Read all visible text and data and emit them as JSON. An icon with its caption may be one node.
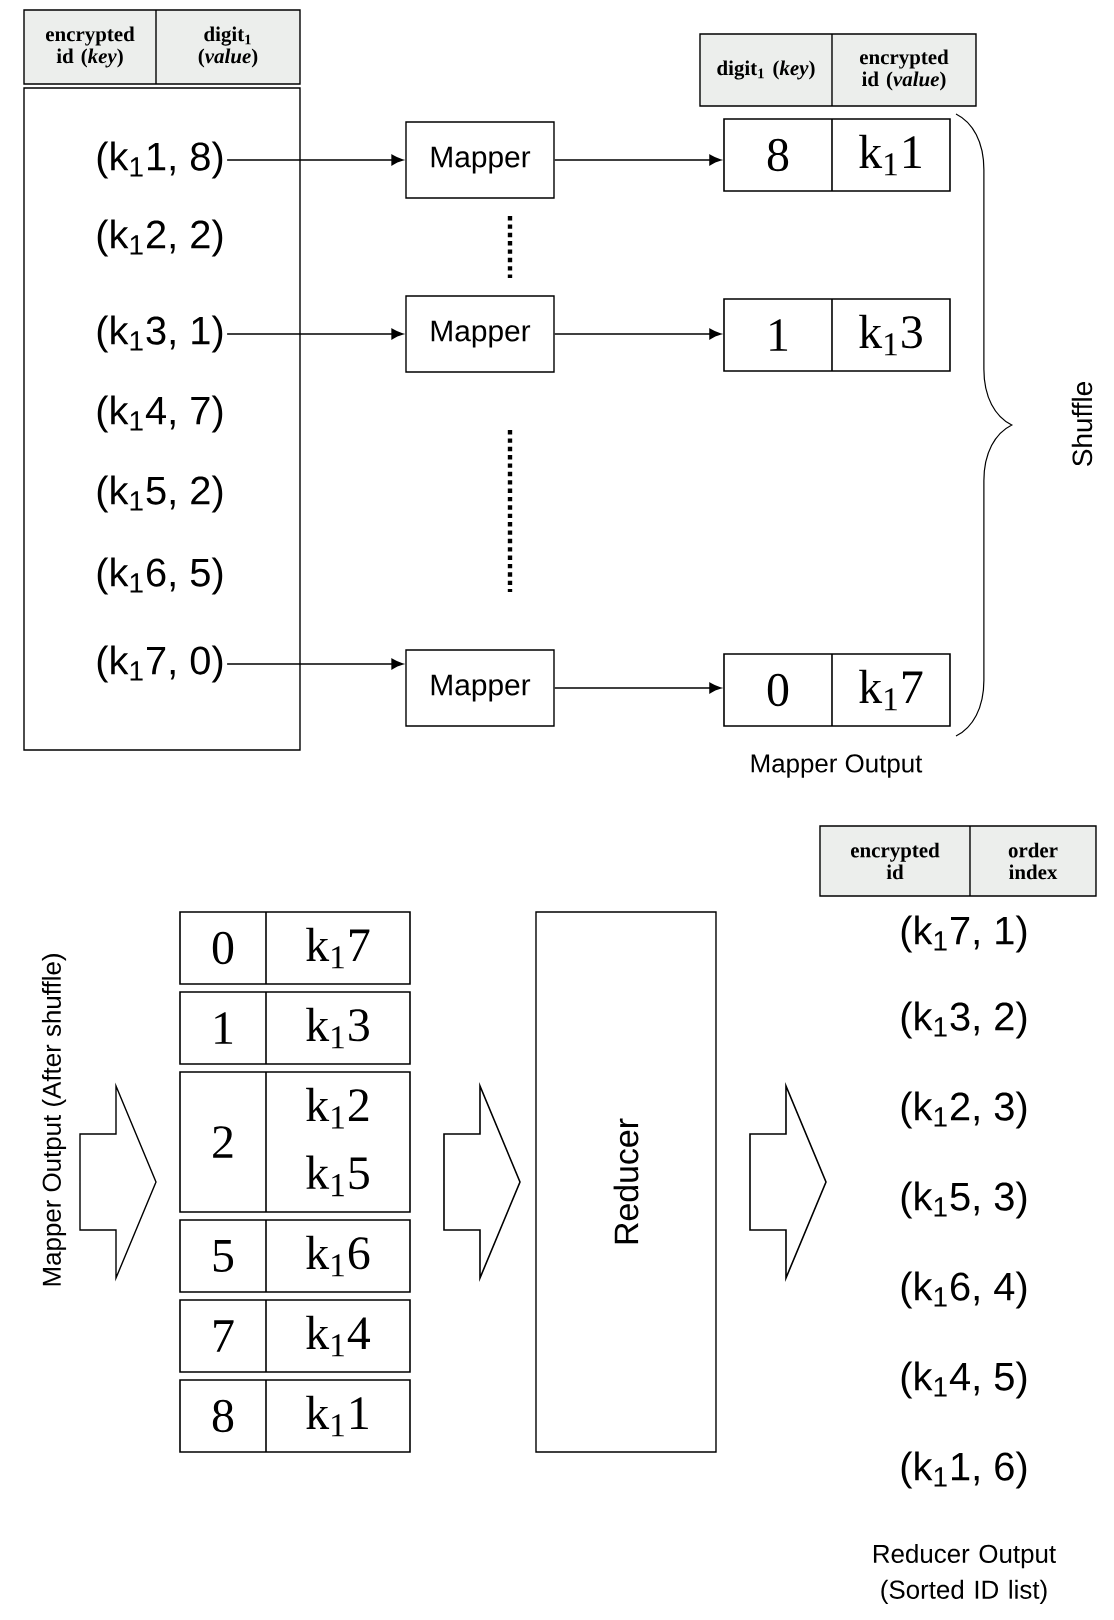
{
  "diagram": {
    "nodes": [
      {
        "text": [],
        "shape": "box"
      },
      {
        "text": [
          "(k$_{1}$1, 8)"
        ],
        "in": 0
      },
      {
        "text": [
          "(k$_{1}$2, 2)"
        ],
        "in": 0
      },
      {
        "text": [
          "(k$_{1}$3, 1)"
        ],
        "in": 0
      },
      {
        "text": [
          "(k$_{1}$4, 7)"
        ],
        "in": 0
      },
      {
        "text": [
          "(k$_{1}$5, 2)"
        ],
        "in": 0
      },
      {
        "text": [
          "(k$_{1}$6, 5)"
        ],
        "in": 0
      },
      {
        "text": [
          "(k$_{1}$7, 0)"
        ],
        "in": 0
      },
      {
        "text": [
          "Mapper"
        ]
      },
      {
        "text": [
          "Mapper"
        ]
      },
      {
        "text": [
          "Mapper"
        ]
      },
      {
        "text": [
          "8",
          "k$_{1}$1"
        ]
      },
      {
        "text": [
          "1",
          "k$_{1}$3"
        ]
      },
      {
        "text": [
          "0",
          "k$_{1}$7"
        ]
      },
      {
        "text": [
          "0",
          "k$_{1}$7"
        ]
      },
      {
        "text": [
          "1",
          "k$_{1}$3"
        ]
      },
      {
        "text": [
          "2",
          "k$_{1}$2 k$_{1}$5"
        ]
      },
      {
        "text": [
          "5",
          "k$_{1}$6"
        ]
      },
      {
        "text": [
          "7",
          "k$_{1}$4"
        ]
      },
      {
        "text": [
          "8",
          "k$_{1}$1"
        ]
      },
      {
        "text": [
          "Reducer"
        ]
      },
      {
        "text": [
          "(k$_{1}$7, 1)"
        ]
      },
      {
        "text": [
          "(k$_{1}$3, 2)"
        ]
      },
      {
        "text": [
          "(k$_{1}$2, 3)"
        ]
      },
      {
        "text": [
          "(k$_{1}$5, 3)"
        ]
      },
      {
        "text": [
          "(k$_{1}$6, 4)"
        ]
      },
      {
        "text": [
          "(k$_{1}$4, 5)"
        ]
      },
      {
        "text": [
          "(k$_{1}$1, 6)"
        ]
      }
    ],
    "edges": [
      {
        "from": 1,
        "to": 8,
        "arrow": "to"
      },
      {
        "from": 3,
        "to": 9,
        "arrow": "to"
      },
      {
        "from": 7,
        "to": 10,
        "arrow": "to"
      },
      {
        "from": 8,
        "to": 11,
        "arrow": "to"
      },
      {
        "from": 9,
        "to": 12,
        "arrow": "to"
      },
      {
        "from": 10,
        "to": 13,
        "arrow": "to"
      },
      {
        "from": null,
        "to": 20,
        "arrow": "to"
      },
      {
        "from": 20,
        "to": null,
        "arrow": "to"
      }
    ],
    "labels": [
      "encrypted id (*key*)",
      "digit$_{1}$ (*value*)",
      "digit$_{1}$ (*key*)",
      "encrypted id (*value*)",
      "Shuffle",
      "Mapper Output",
      "Mapper Output (After shuffle)",
      "encrypted id",
      "order index",
      "Reducer Output (Sorted ID list)"
    ]
  }
}
